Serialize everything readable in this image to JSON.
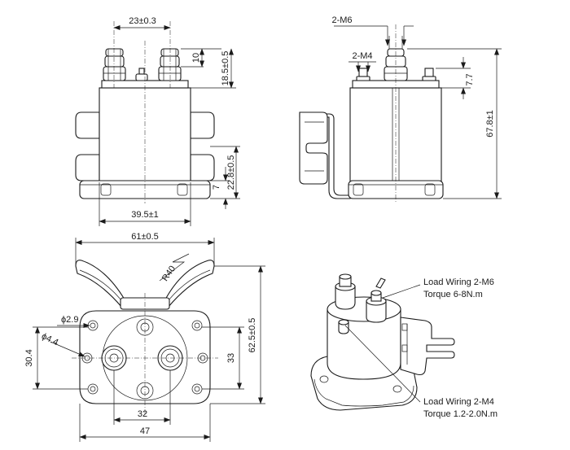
{
  "dimensions": {
    "terminal_spacing": "23±0.3",
    "nut_height": "10",
    "stud_height": "18.5±0.5",
    "bracket_height": "22.8±0.5",
    "bracket_thickness": "7",
    "body_width": "39.5±1",
    "main_thread": "2-M6",
    "aux_thread": "2-M4",
    "aux_height": "7.7",
    "total_height": "67.8±1",
    "bracket_width": "61±0.5",
    "bracket_radius": "R40",
    "small_hole": "ϕ2.9",
    "mount_hole": "ϕ4.4",
    "left_hole_span": "30.4",
    "right_hole_span": "33",
    "overall_length": "62.5±0.5",
    "hole_pitch": "32",
    "base_width": "47"
  },
  "notes": {
    "load_main_title": "Load Wiring 2-M6",
    "load_main_torque": "Torque 6-8N.m",
    "load_aux_title": "Load Wiring 2-M4",
    "load_aux_torque": "Torque 1.2-2.0N.m"
  }
}
